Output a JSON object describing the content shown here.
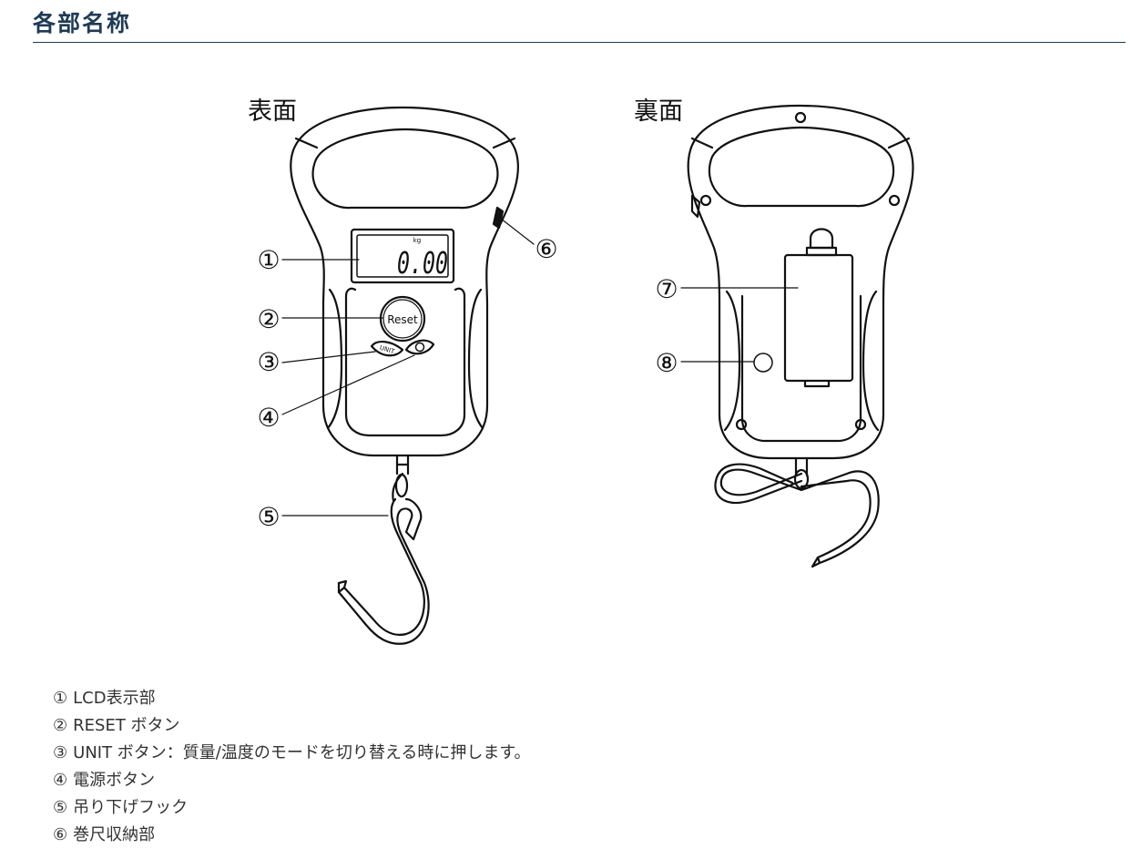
{
  "section_title": "各部名称",
  "views": {
    "front_label": "表面",
    "back_label": "裏面"
  },
  "lcd": {
    "unit": "kg",
    "reading": "0.00"
  },
  "buttons": {
    "reset_label": "Reset",
    "unit_label": "UNIT"
  },
  "callouts": [
    "①",
    "②",
    "③",
    "④",
    "⑤",
    "⑥",
    "⑦",
    "⑧"
  ],
  "legend": [
    {
      "num": "①",
      "text": "LCD表示部"
    },
    {
      "num": "②",
      "text": "RESET ボタン"
    },
    {
      "num": "③",
      "text": "UNIT ボタン：質量/温度のモードを切り替える時に押します。"
    },
    {
      "num": "④",
      "text": "電源ボタン"
    },
    {
      "num": "⑤",
      "text": "吊り下げフック"
    },
    {
      "num": "⑥",
      "text": "巻尺収納部"
    }
  ],
  "colors": {
    "title": "#1f3b55",
    "line": "#111111"
  }
}
